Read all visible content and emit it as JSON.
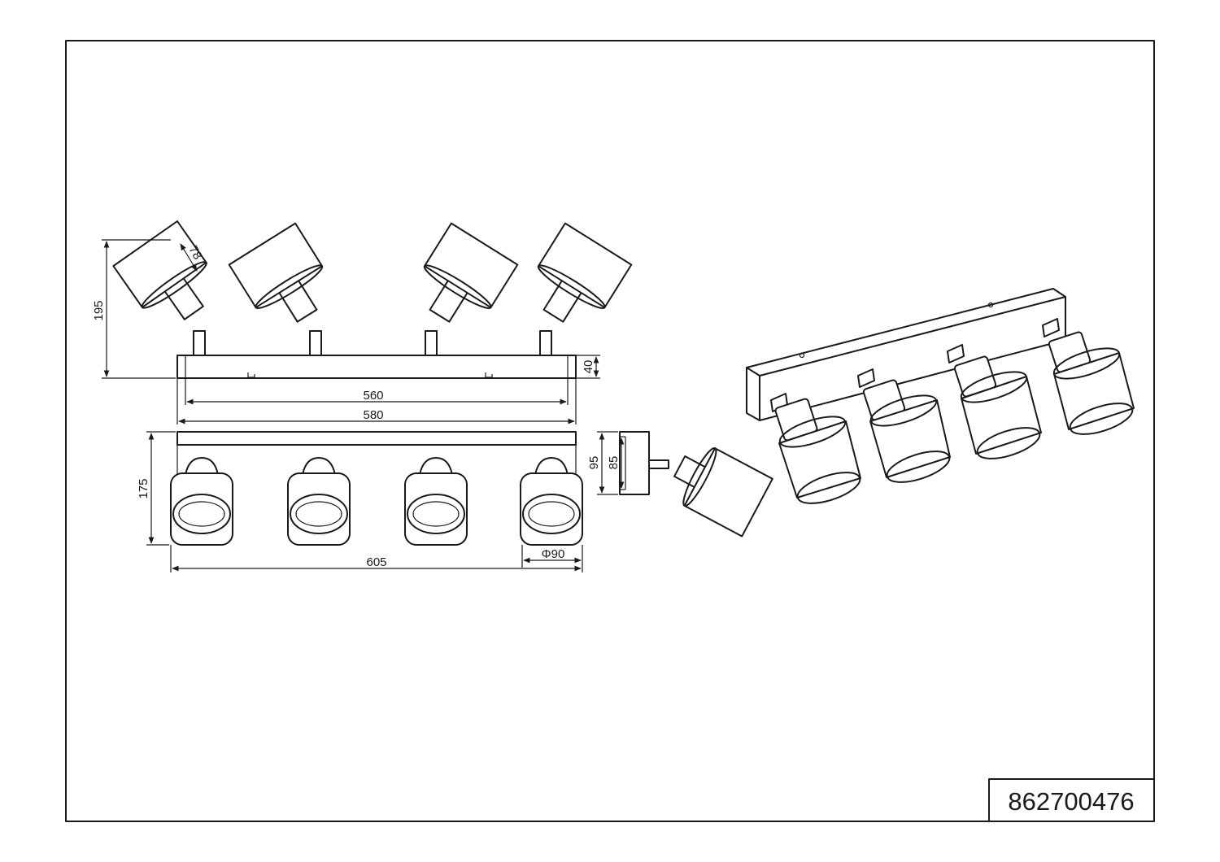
{
  "product_code": "862700476",
  "dimensions": {
    "total_height": "195",
    "shade_length": "78",
    "backplate_height": "40",
    "inner_width": "560",
    "backplate_width": "580",
    "depth_total": "175",
    "overall_width": "605",
    "shade_diameter": "Φ90",
    "side_depth_outer": "95",
    "side_depth_inner": "85"
  }
}
